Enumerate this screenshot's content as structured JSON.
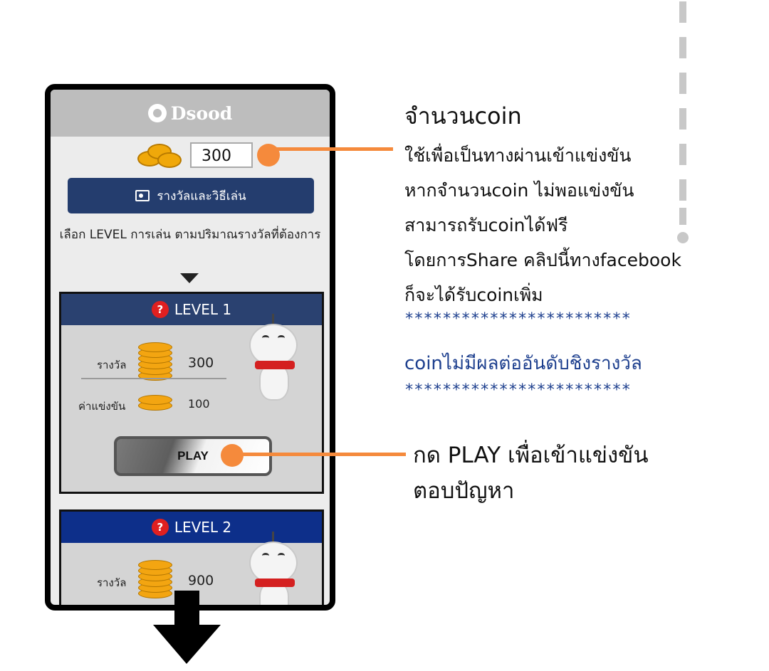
{
  "app": {
    "logo_text": "Dsood"
  },
  "coins": {
    "value": "300"
  },
  "rules_button": {
    "label": "รางวัลและวิธีเล่น"
  },
  "select_text": "เลือก LEVEL การเล่น ตามปริมาณรางวัลที่ต้องการ",
  "levels": [
    {
      "title": "LEVEL 1",
      "reward_label": "รางวัล",
      "reward": "300",
      "fee_label": "ค่าแข่งขัน",
      "fee": "100",
      "play_label": "PLAY"
    },
    {
      "title": "LEVEL 2",
      "reward_label": "รางวัล",
      "reward": "900"
    }
  ],
  "annotations": {
    "coin_title": "จำนวนcoin",
    "coin_lines": [
      "ใช้เพื่อเป็นทางผ่านเข้าแข่งขัน",
      "หากจำนวนcoin ไม่พอแข่งขัน",
      "สามารถรับcoinได้ฟรี",
      "โดยการShare คลิปนี้ทางfacebook",
      "ก็จะได้รับcoinเพิ่ม"
    ],
    "stars_1": "************************",
    "blue_note": "coinไม่มีผลต่ออันดับชิงรางวัล",
    "stars_2": "************************",
    "play_note_1": "กด PLAY เพื่อเข้าแข่งขัน",
    "play_note_2": "ตอบปัญหา"
  },
  "colors": {
    "header_gray": "#bdbdbd",
    "rules_button": "#243d6e",
    "level1_header": "#2a4170",
    "level2_header": "#0d2f8a",
    "accent_orange": "#f58a3c",
    "note_blue": "#1d3f8e",
    "coin_gold": "#f3a511"
  },
  "icons": {
    "logo": "dsood-logo-icon",
    "coins": "coin-stack-icon",
    "rules": "presentation-icon",
    "level": "question-badge-icon",
    "scroll": "down-arrow-icon"
  }
}
